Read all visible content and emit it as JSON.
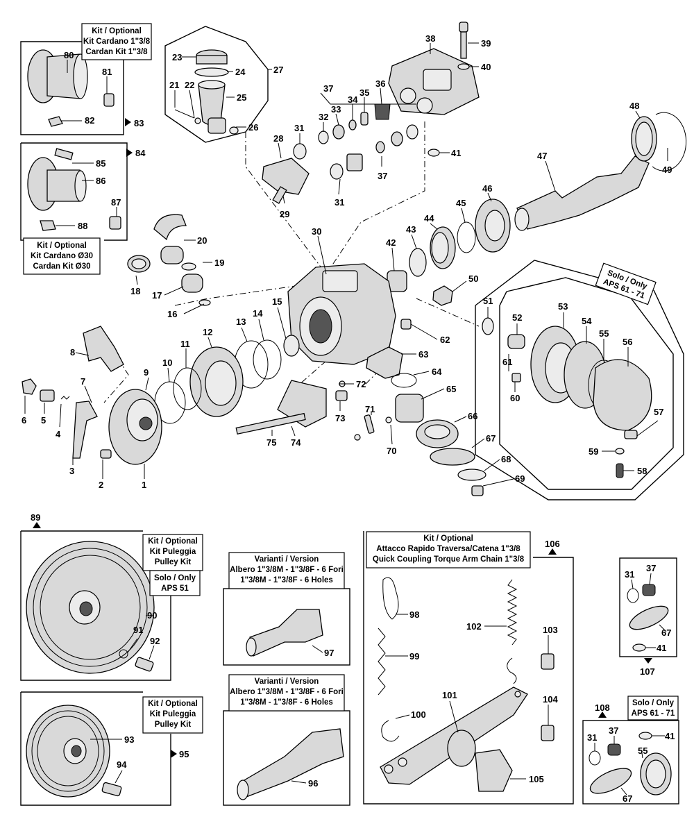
{
  "parts": {
    "p1": "1",
    "p2": "2",
    "p3": "3",
    "p4": "4",
    "p5": "5",
    "p6": "6",
    "p7": "7",
    "p8": "8",
    "p9": "9",
    "p10": "10",
    "p11": "11",
    "p12": "12",
    "p13": "13",
    "p14": "14",
    "p15": "15",
    "p16": "16",
    "p17": "17",
    "p18": "18",
    "p19": "19",
    "p20": "20",
    "p21": "21",
    "p22": "22",
    "p23": "23",
    "p24": "24",
    "p25": "25",
    "p26": "26",
    "p27": "27",
    "p28": "28",
    "p29": "29",
    "p30": "30",
    "p31": "31",
    "p31b": "31",
    "p32": "32",
    "p33": "33",
    "p34": "34",
    "p35": "35",
    "p36": "36",
    "p37": "37",
    "p37b": "37",
    "p38": "38",
    "p39": "39",
    "p40": "40",
    "p41": "41",
    "p42": "42",
    "p43": "43",
    "p44": "44",
    "p45": "45",
    "p46": "46",
    "p47": "47",
    "p48": "48",
    "p49": "49",
    "p50": "50",
    "p51": "51",
    "p52": "52",
    "p53": "53",
    "p54": "54",
    "p55": "55",
    "p56": "56",
    "p57": "57",
    "p58": "58",
    "p59": "59",
    "p60": "60",
    "p61": "61",
    "p62": "62",
    "p63": "63",
    "p64": "64",
    "p65": "65",
    "p66": "66",
    "p67": "67",
    "p68": "68",
    "p69": "69",
    "p70": "70",
    "p71": "71",
    "p72": "72",
    "p73": "73",
    "p74": "74",
    "p75": "75",
    "p80": "80",
    "p81": "81",
    "p82": "82",
    "p83": "83",
    "p84": "84",
    "p85": "85",
    "p86": "86",
    "p87": "87",
    "p88": "88",
    "p89": "89",
    "p90": "90",
    "p91": "91",
    "p92": "92",
    "p93": "93",
    "p94": "94",
    "p95": "95",
    "p96": "96",
    "p97": "97",
    "p98": "98",
    "p99": "99",
    "p100": "100",
    "p101": "101",
    "p102": "102",
    "p103": "103",
    "p104": "104",
    "p105": "105",
    "p106": "106",
    "p107": "107",
    "p107_31": "31",
    "p107_37": "37",
    "p107_67": "67",
    "p107_41": "41",
    "p108": "108",
    "p108_31": "31",
    "p108_37": "37",
    "p108_41": "41",
    "p108_55": "55",
    "p108_67": "67"
  },
  "labels": {
    "cardan138": [
      "Kit / Optional",
      "Kit Cardano 1\"3/8",
      "Cardan Kit 1\"3/8"
    ],
    "cardan30": [
      "Kit / Optional",
      "Kit Cardano Ø30",
      "Cardan Kit Ø30"
    ],
    "solo6171": [
      "Solo / Only",
      "APS 61 - 71"
    ],
    "pulley1": [
      "Kit / Optional",
      "Kit Puleggia",
      "Pulley Kit"
    ],
    "aps51": [
      "Solo / Only",
      "APS 51"
    ],
    "variant1": [
      "Varianti / Version",
      "Albero 1\"3/8M - 1\"3/8F - 6 Fori",
      "1\"3/8M - 1\"3/8F - 6 Holes"
    ],
    "variant2": [
      "Varianti / Version",
      "Albero 1\"3/8M - 1\"3/8F - 6 Fori",
      "1\"3/8M - 1\"3/8F - 6 Holes"
    ],
    "quick": [
      "Kit / Optional",
      "Attacco Rapido Traversa/Catena 1\"3/8",
      "Quick Coupling Torque Arm Chain 1\"3/8"
    ],
    "pulley2": [
      "Kit / Optional",
      "Kit Puleggia",
      "Pulley Kit"
    ],
    "solo6171b": [
      "Solo / Only",
      "APS 61 - 71"
    ]
  }
}
